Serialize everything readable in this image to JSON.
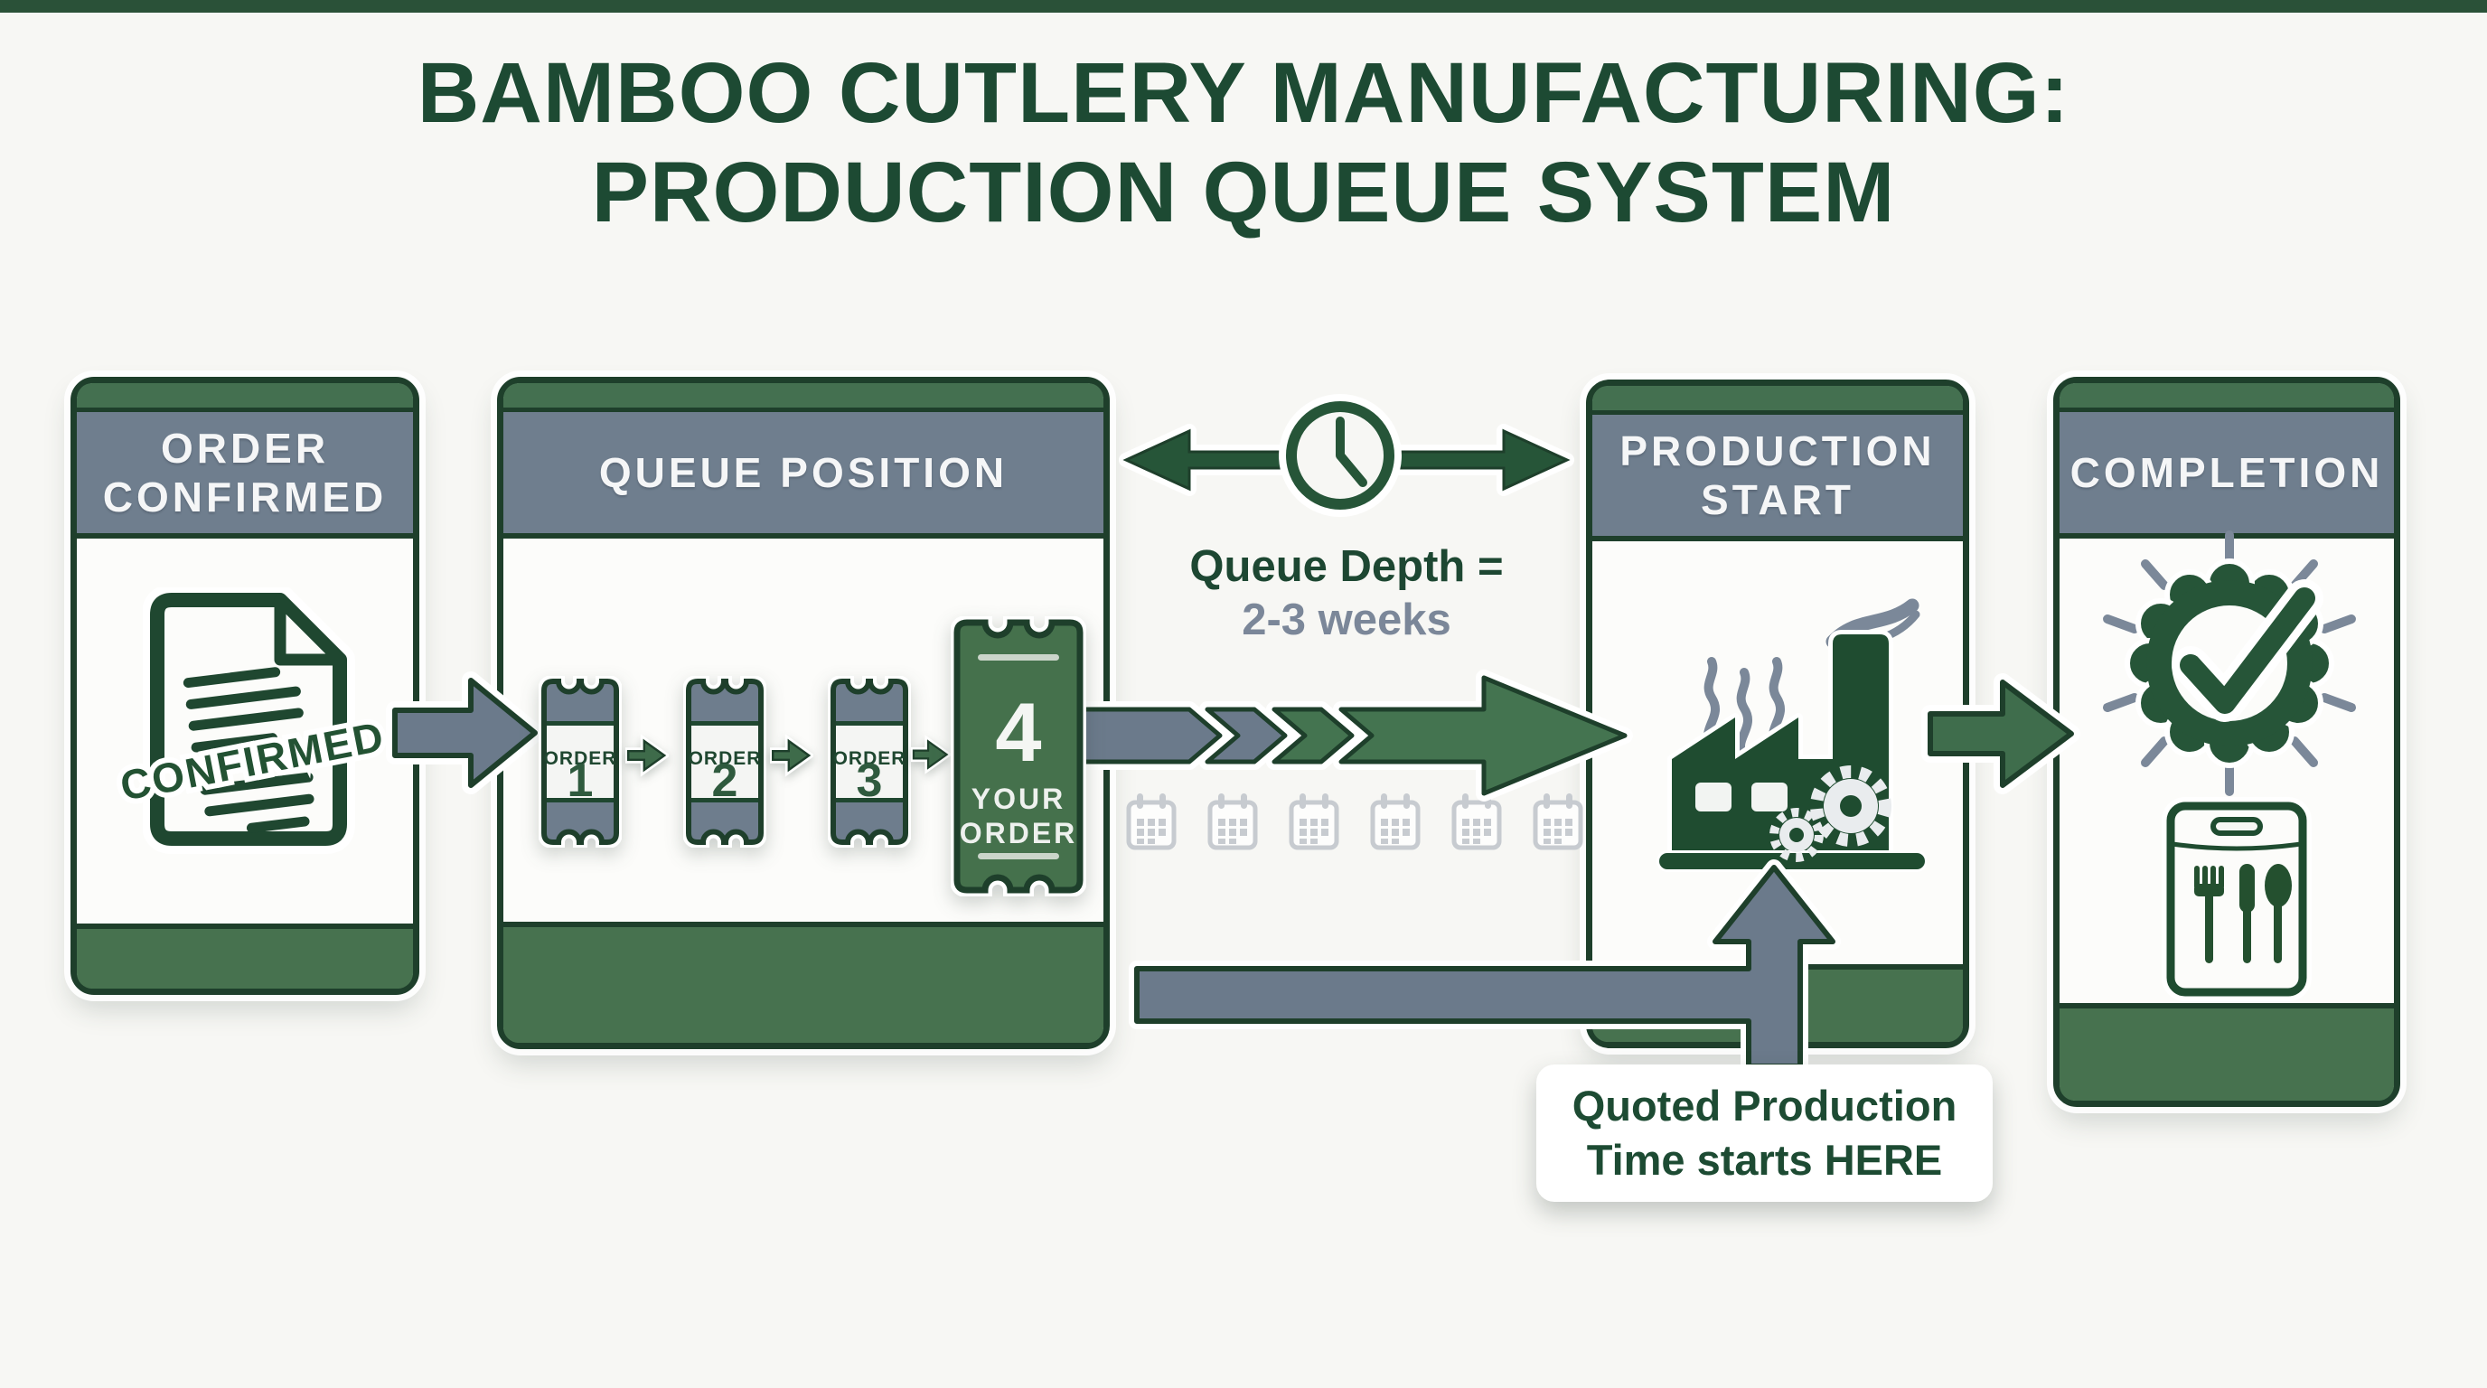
{
  "title": {
    "line1": "BAMBOO CUTLERY MANUFACTURING:",
    "line2": "PRODUCTION QUEUE SYSTEM"
  },
  "panels": {
    "order_confirmed": {
      "header_line1": "ORDER",
      "header_line2": "CONFIRMED",
      "stamp": "CONFIRMED"
    },
    "queue_position": {
      "header": "QUEUE POSITION",
      "tickets": [
        {
          "label": "ORDER",
          "number": "1"
        },
        {
          "label": "ORDER",
          "number": "2"
        },
        {
          "label": "ORDER",
          "number": "3"
        }
      ],
      "your_order_ticket": {
        "number": "4",
        "line1": "YOUR",
        "line2": "ORDER"
      }
    },
    "production_start": {
      "header_line1": "PRODUCTION",
      "header_line2": "START"
    },
    "completion": {
      "header": "COMPLETION"
    }
  },
  "annotations": {
    "queue_depth_label": "Queue Depth =",
    "queue_depth_value": "2-3 weeks",
    "callout_line1": "Quoted Production",
    "callout_line2": "Time starts HERE",
    "calendar_icon_count": 6
  },
  "icons": {
    "document": "confirmed-document-icon",
    "clock": "clock-icon",
    "calendar": "calendar-icon",
    "factory": "factory-icon",
    "badge_check": "badge-check-icon",
    "cutlery_package": "cutlery-package-icon"
  },
  "colors": {
    "page_bg": "#f7f7f4",
    "dark_green_border": "#1e3f2b",
    "deep_green_icon": "#1f4c30",
    "medium_green": "#447050",
    "ticket_green": "#45714c",
    "header_slate": "#6f7e8e",
    "arrow_slate": "#6b7a8b",
    "title_green": "#1d4a33",
    "value_slate": "#7b8799",
    "calendar_gray": "#c7cbd0"
  }
}
